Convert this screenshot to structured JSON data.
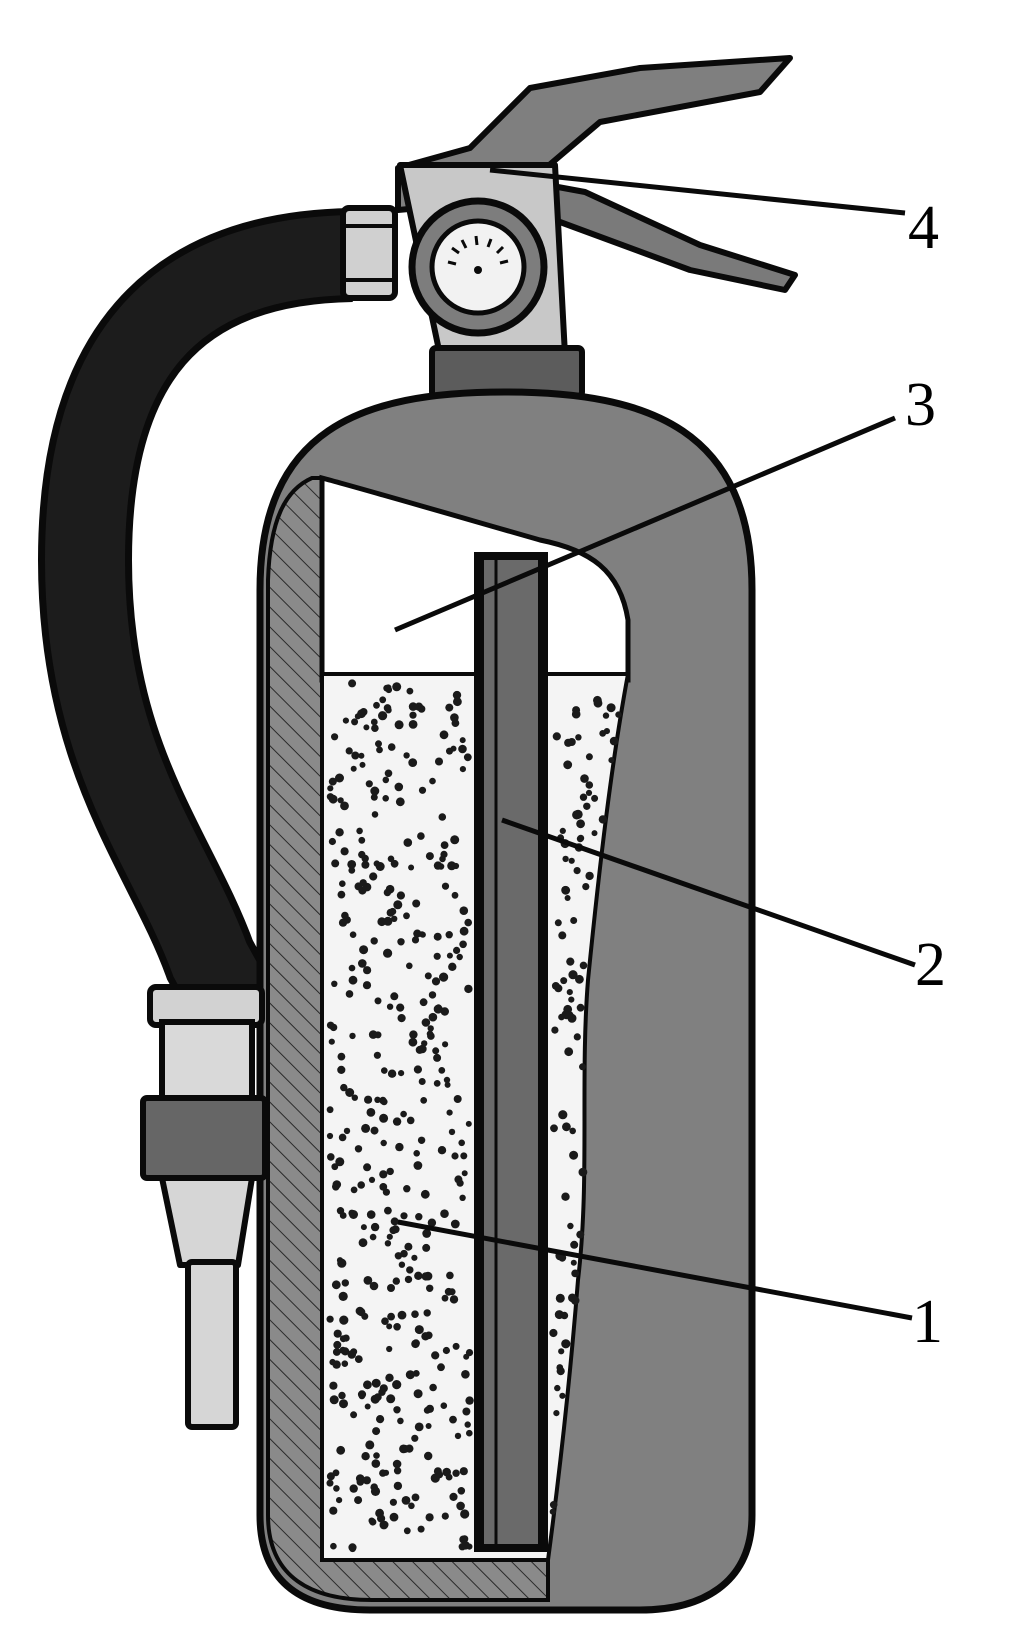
{
  "colors": {
    "body": "#808080",
    "outline": "#0a0a0a",
    "dark": "#5a5a5a",
    "hose": "#141414",
    "light": "#d6d6d6",
    "powder": "#f4f4f4",
    "dot": "#1a1a1a",
    "background": "#ffffff"
  },
  "callouts": [
    {
      "id": "1",
      "text": "1"
    },
    {
      "id": "2",
      "text": "2"
    },
    {
      "id": "3",
      "text": "3"
    },
    {
      "id": "4",
      "text": "4"
    }
  ]
}
